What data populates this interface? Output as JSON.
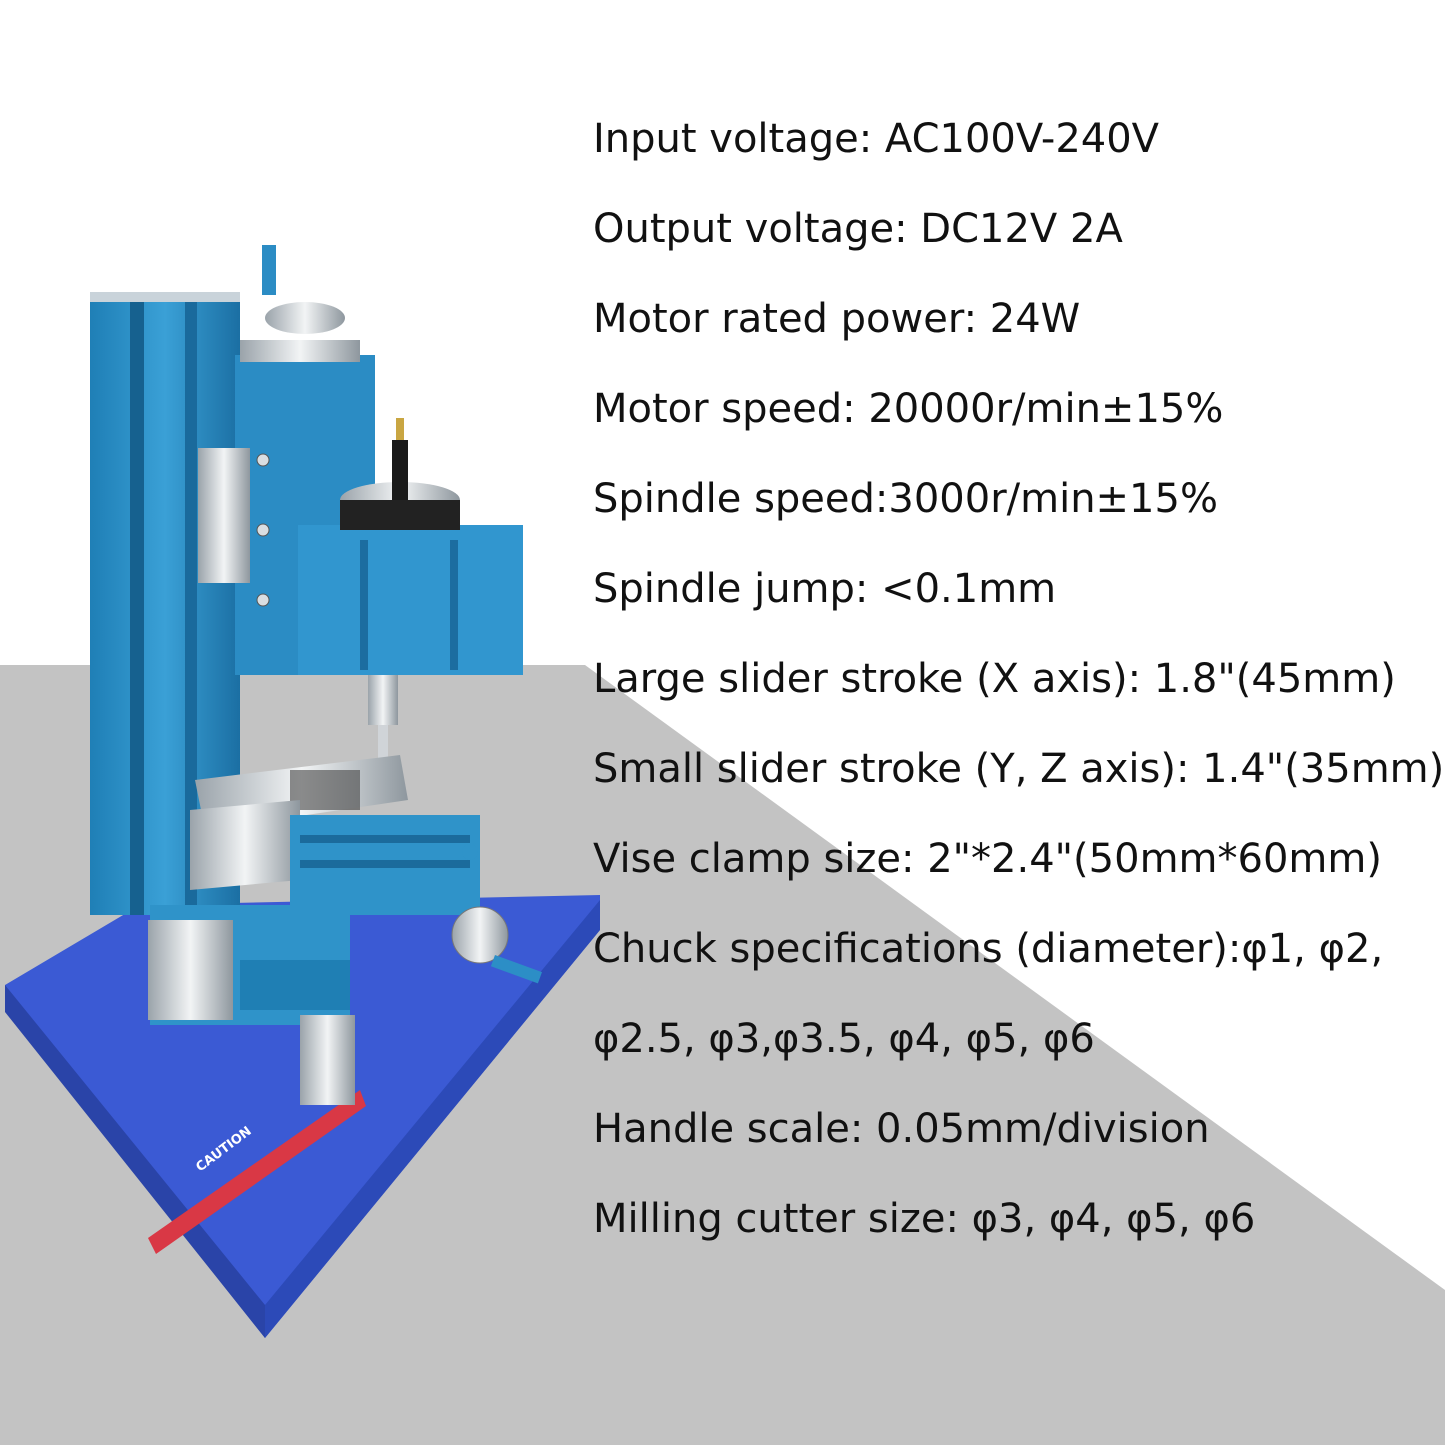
{
  "specs": [
    "Input voltage: AC100V-240V",
    "Output voltage: DC12V 2A",
    "Motor rated power:  24W",
    "Motor speed:  20000r/min±15%",
    "Spindle speed:3000r/min±15%",
    "Spindle jump:  <0.1mm",
    "Large slider stroke (X axis):  1.8\"(45mm)",
    "Small slider stroke (Y, Z axis): 1.4\"(35mm)",
    "Vise clamp size: 2\"*2.4\"(50mm*60mm)",
    "Chuck specifications (diameter):φ1, φ2,",
    "φ2.5, φ3,φ3.5, φ4, φ5, φ6",
    "Handle scale:  0.05mm/division",
    "Milling cutter size: φ3, φ4, φ5, φ6"
  ],
  "label": {
    "caution": "CAUTION"
  },
  "colors": {
    "machine_blue": "#2f93c9",
    "base_blue": "#3d5fd6",
    "background_gray": "#c2c2c2",
    "text": "#111111"
  }
}
